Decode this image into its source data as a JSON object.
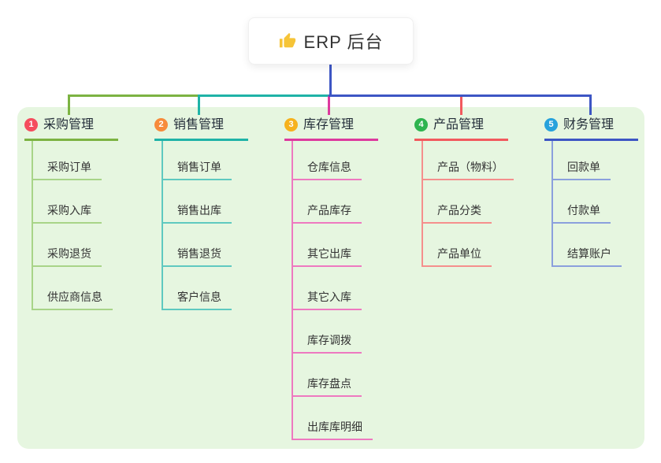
{
  "root": {
    "title": "ERP 后台",
    "icon": "thumbs-up-icon",
    "icon_color": "#f6c437",
    "connector_color": "#3d56c4"
  },
  "panel": {
    "background": "#e6f6e0"
  },
  "branches": [
    {
      "index": "1",
      "label": "采购管理",
      "badge_color": "#f54d5e",
      "line_color": "#7cb342",
      "child_line_color": "#a8d488",
      "children": [
        "采购订单",
        "采购入库",
        "采购退货",
        "供应商信息"
      ]
    },
    {
      "index": "2",
      "label": "销售管理",
      "badge_color": "#f78b3b",
      "line_color": "#1fb3a7",
      "child_line_color": "#5fc9c0",
      "children": [
        "销售订单",
        "销售出库",
        "销售退货",
        "客户信息"
      ]
    },
    {
      "index": "3",
      "label": "库存管理",
      "badge_color": "#f6b21d",
      "line_color": "#dd3a9e",
      "child_line_color": "#ee79c0",
      "children": [
        "仓库信息",
        "产品库存",
        "其它出库",
        "其它入库",
        "库存调拨",
        "库存盘点",
        "出库库明细"
      ]
    },
    {
      "index": "4",
      "label": "产品管理",
      "badge_color": "#2eb44f",
      "line_color": "#f2595e",
      "child_line_color": "#f58f8d",
      "children": [
        "产品（物料）",
        "产品分类",
        "产品单位"
      ]
    },
    {
      "index": "5",
      "label": "财务管理",
      "badge_color": "#27a2dc",
      "line_color": "#3d56c4",
      "child_line_color": "#8ba0dd",
      "children": [
        "回款单",
        "付款单",
        "结算账户"
      ]
    }
  ]
}
